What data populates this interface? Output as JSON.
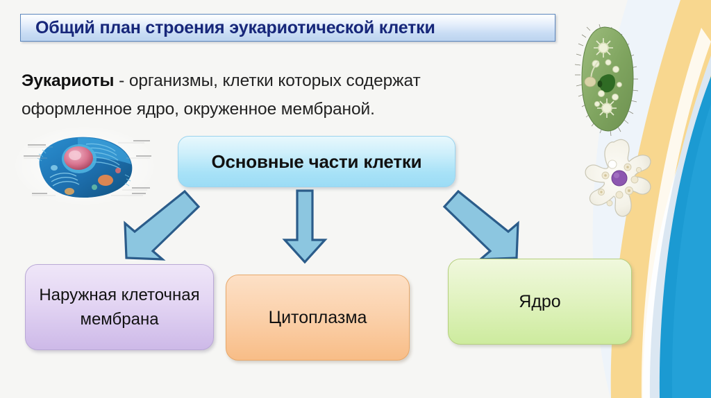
{
  "slide": {
    "background_color": "#f6f6f4",
    "title": "Общий план строения эукариотической клетки",
    "title_color": "#17277a",
    "lead_bold": "Эукариоты",
    "lead_rest": " - организмы, клетки которых содержат оформленное ядро, окруженное мембраной.",
    "lead_line1": "Эукариоты - организмы, клетки которых содержат",
    "lead_line2": "оформленное ядро, окруженное мембраной."
  },
  "diagram": {
    "root": {
      "label": "Основные части клетки",
      "fill": "#a8e2f7",
      "border": "#9cd4ee"
    },
    "children": [
      {
        "id": "membrane",
        "label": "Наружная клеточная мембрана",
        "line1": "Наружная",
        "line2": "клеточная",
        "line3": "мембрана",
        "fill": "#cdb9e8",
        "border": "#b9a8d6"
      },
      {
        "id": "cytoplasm",
        "label": "Цитоплазма",
        "fill": "#f8bd87",
        "border": "#e8a86a"
      },
      {
        "id": "nucleus",
        "label": "Ядро",
        "fill": "#cdeb9e",
        "border": "#b5cf7e"
      }
    ],
    "arrows": [
      {
        "id": "arrow-left",
        "direction": "down-left",
        "fill": "#8cc6e0",
        "border": "#2b5c8a"
      },
      {
        "id": "arrow-center",
        "direction": "down",
        "fill": "#8cc6e0",
        "border": "#2b5c8a"
      },
      {
        "id": "arrow-right",
        "direction": "down-right",
        "fill": "#8cc6e0",
        "border": "#2b5c8a"
      }
    ]
  },
  "illustrations": [
    {
      "id": "eukaryotic-cell-diagram",
      "name": "Схема животной клетки",
      "accent": "#1b6fb5"
    },
    {
      "id": "paramecium",
      "name": "Инфузория-туфелька",
      "accent": "#7b9a57"
    },
    {
      "id": "amoeba",
      "name": "Амёба",
      "accent": "#8d57b0"
    }
  ],
  "decoration": {
    "gold_band": "#f7d58a",
    "pale_band": "#dce8f3",
    "blue_swoosh": "#1b9ad2",
    "soft_blue": "#e8f1fa"
  }
}
